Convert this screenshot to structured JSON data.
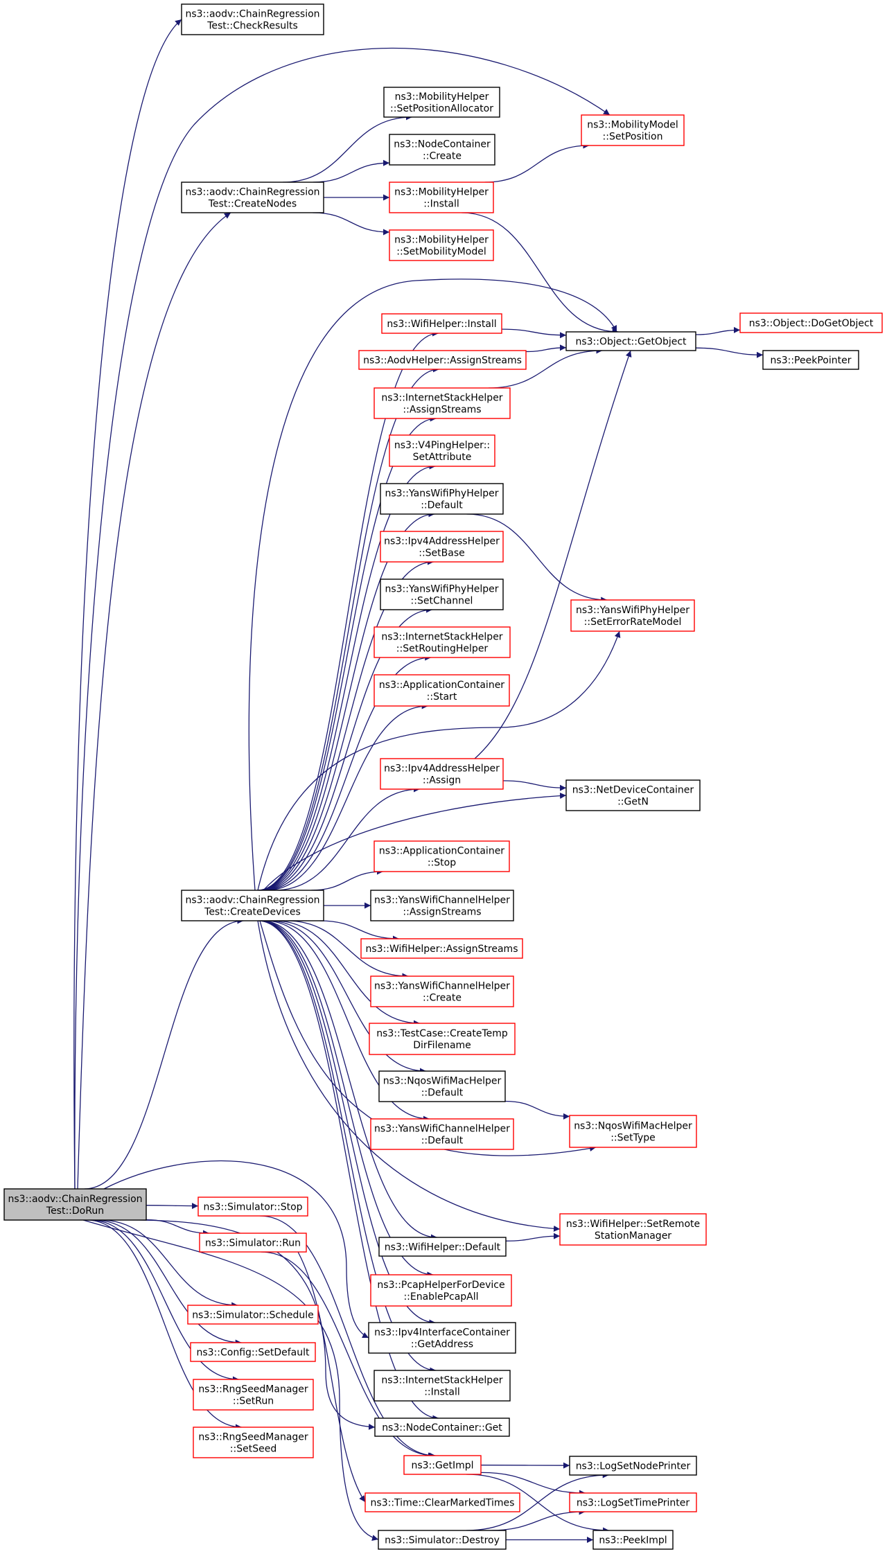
{
  "colors": {
    "edge": "#191970",
    "node_border_default": "#000000",
    "node_border_linked": "#ff0000",
    "node_fill_default": "#ffffff",
    "node_fill_root": "#bfbfbf",
    "background": "#ffffff"
  },
  "nodes": [
    {
      "id": "n_doRun",
      "lines": [
        "ns3::aodv::ChainRegression",
        "Test::DoRun"
      ],
      "style": "root"
    },
    {
      "id": "n_checkResults",
      "lines": [
        "ns3::aodv::ChainRegression",
        "Test::CheckResults"
      ],
      "style": "default"
    },
    {
      "id": "n_createNodes",
      "lines": [
        "ns3::aodv::ChainRegression",
        "Test::CreateNodes"
      ],
      "style": "default"
    },
    {
      "id": "n_createDevices",
      "lines": [
        "ns3::aodv::ChainRegression",
        "Test::CreateDevices"
      ],
      "style": "default"
    },
    {
      "id": "n_mh_setPosAlloc",
      "lines": [
        "ns3::MobilityHelper",
        "::SetPositionAllocator"
      ],
      "style": "default"
    },
    {
      "id": "n_nc_create",
      "lines": [
        "ns3::NodeContainer",
        "::Create"
      ],
      "style": "default"
    },
    {
      "id": "n_mh_install",
      "lines": [
        "ns3::MobilityHelper",
        "::Install"
      ],
      "style": "linked"
    },
    {
      "id": "n_mh_setMobModel",
      "lines": [
        "ns3::MobilityHelper",
        "::SetMobilityModel"
      ],
      "style": "linked"
    },
    {
      "id": "n_mm_setPosition",
      "lines": [
        "ns3::MobilityModel",
        "::SetPosition"
      ],
      "style": "linked"
    },
    {
      "id": "n_getObject",
      "lines": [
        "ns3::Object::GetObject"
      ],
      "style": "default"
    },
    {
      "id": "n_doGetObject",
      "lines": [
        "ns3::Object::DoGetObject"
      ],
      "style": "linked"
    },
    {
      "id": "n_peekPointer",
      "lines": [
        "ns3::PeekPointer"
      ],
      "style": "default"
    },
    {
      "id": "n_wifi_install",
      "lines": [
        "ns3::WifiHelper::Install"
      ],
      "style": "linked"
    },
    {
      "id": "n_aodv_assign",
      "lines": [
        "ns3::AodvHelper::AssignStreams"
      ],
      "style": "linked"
    },
    {
      "id": "n_ish_assign",
      "lines": [
        "ns3::InternetStackHelper",
        "::AssignStreams"
      ],
      "style": "linked"
    },
    {
      "id": "n_v4ping_setattr",
      "lines": [
        "ns3::V4PingHelper::",
        "SetAttribute"
      ],
      "style": "linked"
    },
    {
      "id": "n_ywph_default",
      "lines": [
        "ns3::YansWifiPhyHelper",
        "::Default"
      ],
      "style": "default"
    },
    {
      "id": "n_ipv4ah_setbase",
      "lines": [
        "ns3::Ipv4AddressHelper",
        "::SetBase"
      ],
      "style": "linked"
    },
    {
      "id": "n_ywph_setchannel",
      "lines": [
        "ns3::YansWifiPhyHelper",
        "::SetChannel"
      ],
      "style": "default"
    },
    {
      "id": "n_ywph_seterm",
      "lines": [
        "ns3::YansWifiPhyHelper",
        "::SetErrorRateModel"
      ],
      "style": "linked"
    },
    {
      "id": "n_ish_setrouting",
      "lines": [
        "ns3::InternetStackHelper",
        "::SetRoutingHelper"
      ],
      "style": "linked"
    },
    {
      "id": "n_ac_start",
      "lines": [
        "ns3::ApplicationContainer",
        "::Start"
      ],
      "style": "linked"
    },
    {
      "id": "n_ipv4ah_assign",
      "lines": [
        "ns3::Ipv4AddressHelper",
        "::Assign"
      ],
      "style": "linked"
    },
    {
      "id": "n_ndc_getn",
      "lines": [
        "ns3::NetDeviceContainer",
        "::GetN"
      ],
      "style": "default"
    },
    {
      "id": "n_ac_stop",
      "lines": [
        "ns3::ApplicationContainer",
        "::Stop"
      ],
      "style": "linked"
    },
    {
      "id": "n_ywch_assign",
      "lines": [
        "ns3::YansWifiChannelHelper",
        "::AssignStreams"
      ],
      "style": "default"
    },
    {
      "id": "n_wifi_assign",
      "lines": [
        "ns3::WifiHelper::AssignStreams"
      ],
      "style": "linked"
    },
    {
      "id": "n_ywch_create",
      "lines": [
        "ns3::YansWifiChannelHelper",
        "::Create"
      ],
      "style": "linked"
    },
    {
      "id": "n_tc_createtemp",
      "lines": [
        "ns3::TestCase::CreateTemp",
        "DirFilename"
      ],
      "style": "linked"
    },
    {
      "id": "n_nqos_default",
      "lines": [
        "ns3::NqosWifiMacHelper",
        "::Default"
      ],
      "style": "default"
    },
    {
      "id": "n_ywch_default",
      "lines": [
        "ns3::YansWifiChannelHelper",
        "::Default"
      ],
      "style": "linked"
    },
    {
      "id": "n_nqos_settype",
      "lines": [
        "ns3::NqosWifiMacHelper",
        "::SetType"
      ],
      "style": "linked"
    },
    {
      "id": "n_wifi_setremote",
      "lines": [
        "ns3::WifiHelper::SetRemote",
        "StationManager"
      ],
      "style": "linked"
    },
    {
      "id": "n_wifi_default",
      "lines": [
        "ns3::WifiHelper::Default"
      ],
      "style": "default"
    },
    {
      "id": "n_pcap_enableall",
      "lines": [
        "ns3::PcapHelperForDevice",
        "::EnablePcapAll"
      ],
      "style": "linked"
    },
    {
      "id": "n_ipv4ic_getaddr",
      "lines": [
        "ns3::Ipv4InterfaceContainer",
        "::GetAddress"
      ],
      "style": "default"
    },
    {
      "id": "n_ish_install",
      "lines": [
        "ns3::InternetStackHelper",
        "::Install"
      ],
      "style": "default"
    },
    {
      "id": "n_nc_get",
      "lines": [
        "ns3::NodeContainer::Get"
      ],
      "style": "default"
    },
    {
      "id": "n_sim_stop",
      "lines": [
        "ns3::Simulator::Stop"
      ],
      "style": "linked"
    },
    {
      "id": "n_sim_run",
      "lines": [
        "ns3::Simulator::Run"
      ],
      "style": "linked"
    },
    {
      "id": "n_sim_schedule",
      "lines": [
        "ns3::Simulator::Schedule"
      ],
      "style": "linked"
    },
    {
      "id": "n_cfg_setdefault",
      "lines": [
        "ns3::Config::SetDefault"
      ],
      "style": "linked"
    },
    {
      "id": "n_rng_setrun",
      "lines": [
        "ns3::RngSeedManager",
        "::SetRun"
      ],
      "style": "linked"
    },
    {
      "id": "n_rng_setseed",
      "lines": [
        "ns3::RngSeedManager",
        "::SetSeed"
      ],
      "style": "linked"
    },
    {
      "id": "n_getimpl",
      "lines": [
        "ns3::GetImpl"
      ],
      "style": "linked"
    },
    {
      "id": "n_logsetnode",
      "lines": [
        "ns3::LogSetNodePrinter"
      ],
      "style": "default"
    },
    {
      "id": "n_logsettime",
      "lines": [
        "ns3::LogSetTimePrinter"
      ],
      "style": "linked"
    },
    {
      "id": "n_time_clear",
      "lines": [
        "ns3::Time::ClearMarkedTimes"
      ],
      "style": "linked"
    },
    {
      "id": "n_sim_destroy",
      "lines": [
        "ns3::Simulator::Destroy"
      ],
      "style": "default"
    },
    {
      "id": "n_peekimpl",
      "lines": [
        "ns3::PeekImpl"
      ],
      "style": "default"
    }
  ],
  "edges": [
    [
      "n_doRun",
      "n_checkResults"
    ],
    [
      "n_doRun",
      "n_mm_setPosition"
    ],
    [
      "n_doRun",
      "n_createNodes"
    ],
    [
      "n_doRun",
      "n_createDevices"
    ],
    [
      "n_doRun",
      "n_sim_stop"
    ],
    [
      "n_doRun",
      "n_sim_run"
    ],
    [
      "n_doRun",
      "n_sim_schedule"
    ],
    [
      "n_doRun",
      "n_cfg_setdefault"
    ],
    [
      "n_doRun",
      "n_rng_setrun"
    ],
    [
      "n_doRun",
      "n_rng_setseed"
    ],
    [
      "n_doRun",
      "n_ipv4ic_getaddr"
    ],
    [
      "n_doRun",
      "n_nc_get"
    ],
    [
      "n_doRun",
      "n_sim_destroy"
    ],
    [
      "n_createNodes",
      "n_mh_setPosAlloc"
    ],
    [
      "n_createNodes",
      "n_nc_create"
    ],
    [
      "n_createNodes",
      "n_mh_install"
    ],
    [
      "n_createNodes",
      "n_mh_setMobModel"
    ],
    [
      "n_mh_install",
      "n_mm_setPosition"
    ],
    [
      "n_mh_install",
      "n_getObject"
    ],
    [
      "n_getObject",
      "n_doGetObject"
    ],
    [
      "n_getObject",
      "n_peekPointer"
    ],
    [
      "n_createDevices",
      "n_getObject"
    ],
    [
      "n_createDevices",
      "n_wifi_install"
    ],
    [
      "n_createDevices",
      "n_aodv_assign"
    ],
    [
      "n_createDevices",
      "n_ish_assign"
    ],
    [
      "n_createDevices",
      "n_v4ping_setattr"
    ],
    [
      "n_createDevices",
      "n_ywph_default"
    ],
    [
      "n_createDevices",
      "n_ipv4ah_setbase"
    ],
    [
      "n_createDevices",
      "n_ywph_setchannel"
    ],
    [
      "n_createDevices",
      "n_ish_setrouting"
    ],
    [
      "n_createDevices",
      "n_ac_start"
    ],
    [
      "n_createDevices",
      "n_ywph_seterm"
    ],
    [
      "n_createDevices",
      "n_ipv4ah_assign"
    ],
    [
      "n_createDevices",
      "n_ndc_getn"
    ],
    [
      "n_createDevices",
      "n_ac_stop"
    ],
    [
      "n_createDevices",
      "n_ywch_assign"
    ],
    [
      "n_createDevices",
      "n_wifi_assign"
    ],
    [
      "n_createDevices",
      "n_ywch_create"
    ],
    [
      "n_createDevices",
      "n_tc_createtemp"
    ],
    [
      "n_createDevices",
      "n_nqos_default"
    ],
    [
      "n_createDevices",
      "n_ywch_default"
    ],
    [
      "n_createDevices",
      "n_nqos_settype"
    ],
    [
      "n_createDevices",
      "n_wifi_setremote"
    ],
    [
      "n_createDevices",
      "n_wifi_default"
    ],
    [
      "n_createDevices",
      "n_pcap_enableall"
    ],
    [
      "n_createDevices",
      "n_ipv4ic_getaddr"
    ],
    [
      "n_createDevices",
      "n_ish_install"
    ],
    [
      "n_createDevices",
      "n_nc_get"
    ],
    [
      "n_wifi_install",
      "n_getObject"
    ],
    [
      "n_aodv_assign",
      "n_getObject"
    ],
    [
      "n_ish_assign",
      "n_getObject"
    ],
    [
      "n_ywph_default",
      "n_ywph_seterm"
    ],
    [
      "n_ipv4ah_assign",
      "n_getObject"
    ],
    [
      "n_ipv4ah_assign",
      "n_ndc_getn"
    ],
    [
      "n_nqos_default",
      "n_nqos_settype"
    ],
    [
      "n_wifi_default",
      "n_wifi_setremote"
    ],
    [
      "n_sim_stop",
      "n_getimpl"
    ],
    [
      "n_sim_run",
      "n_getimpl"
    ],
    [
      "n_sim_run",
      "n_time_clear"
    ],
    [
      "n_getimpl",
      "n_logsetnode"
    ],
    [
      "n_getimpl",
      "n_logsettime"
    ],
    [
      "n_getimpl",
      "n_peekimpl"
    ],
    [
      "n_sim_destroy",
      "n_logsetnode"
    ],
    [
      "n_sim_destroy",
      "n_logsettime"
    ],
    [
      "n_sim_destroy",
      "n_peekimpl"
    ]
  ]
}
